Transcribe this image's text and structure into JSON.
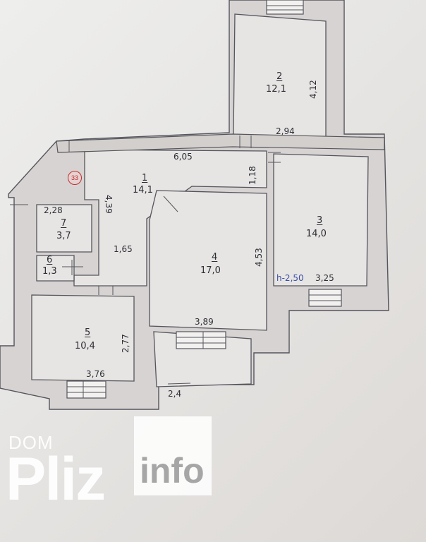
{
  "plan": {
    "rooms": [
      {
        "number": "1",
        "area": "14,1"
      },
      {
        "number": "2",
        "area": "12,1"
      },
      {
        "number": "3",
        "area": "14,0"
      },
      {
        "number": "4",
        "area": "17,0"
      },
      {
        "number": "5",
        "area": "10,4"
      },
      {
        "number": "6",
        "area": "1,3"
      },
      {
        "number": "7",
        "area": "3,7"
      }
    ],
    "dimensions": {
      "d_6_05": "6,05",
      "d_4_39": "4,39",
      "d_1_65": "1,65",
      "d_1_18": "1,18",
      "d_4_12": "4,12",
      "d_2_94": "2,94",
      "d_4_53": "4,53",
      "d_3_25": "3,25",
      "d_3_89": "3,89",
      "d_2_77": "2,77",
      "d_3_76": "3,76",
      "d_2_28": "2,28",
      "d_2_4": "2,4"
    },
    "height_note": "h-2,50",
    "marker": "33"
  },
  "watermark": {
    "dom": "DOM",
    "pliz": "Pliz",
    "info": "info"
  },
  "colors": {
    "wall_fill": "#d7d3d2",
    "wall_line": "#55555c",
    "ink": "#2e2e36",
    "blue_ink": "#3d4fa8",
    "marker_red": "#c03030"
  }
}
